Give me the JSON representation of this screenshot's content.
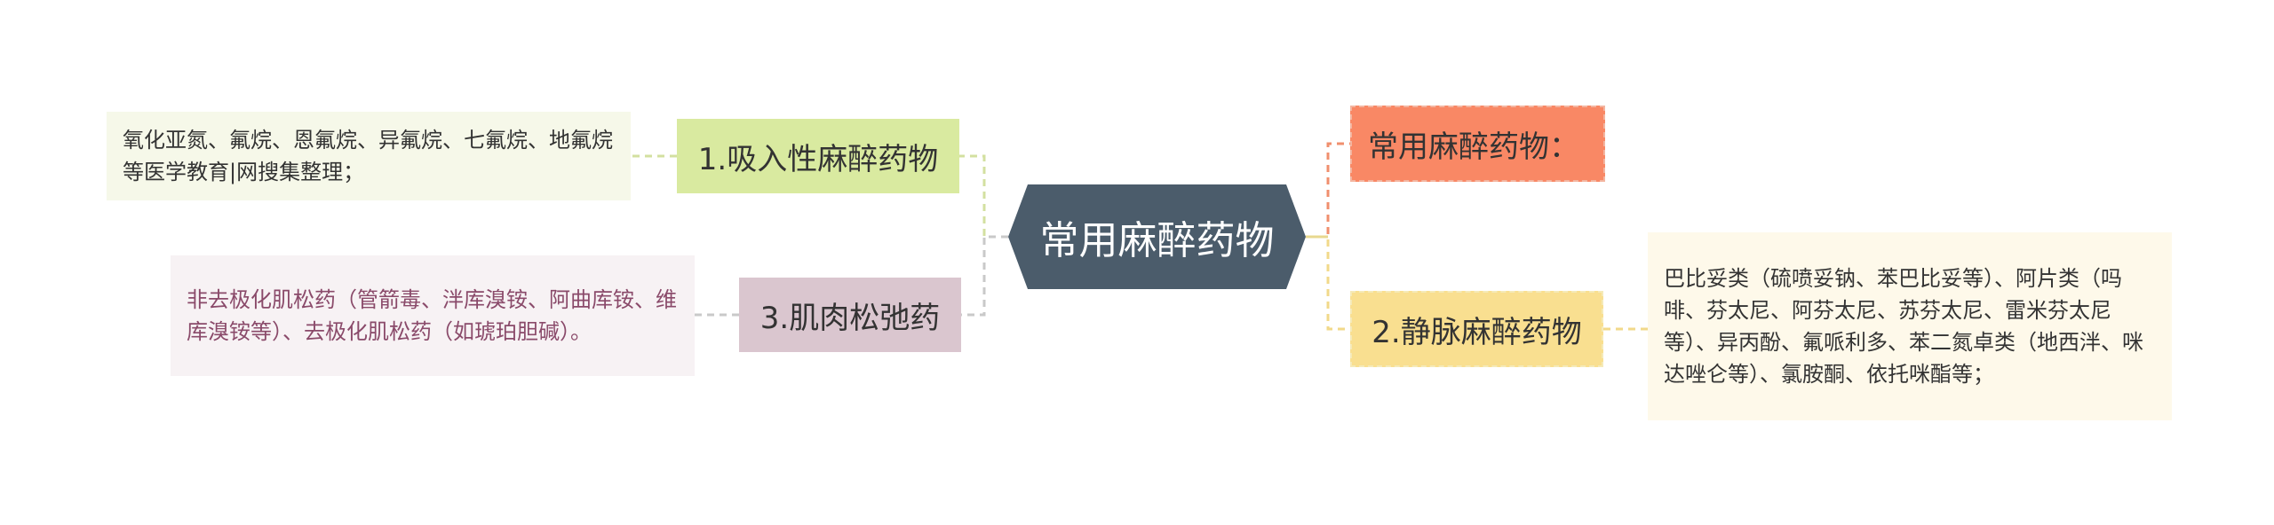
{
  "center": {
    "label": "常用麻醉药物",
    "fill": "#4b5c6b"
  },
  "branches": {
    "inhalation": {
      "label": "1.吸入性麻醉药物",
      "detail": "氧化亚氮、氟烷、恩氟烷、异氟烷、七氟烷、地氟烷等医学教育|网搜集整理；"
    },
    "muscle": {
      "label": "3.肌肉松弛药",
      "detail": "非去极化肌松药（管箭毒、泮库溴铵、阿曲库铵、维库溴铵等）、去极化肌松药（如琥珀胆碱）。"
    },
    "common": {
      "label": "常用麻醉药物："
    },
    "intravenous": {
      "label": "2.静脉麻醉药物",
      "detail": "巴比妥类（硫喷妥钠、苯巴比妥等）、阿片类（吗啡、芬太尼、阿芬太尼、苏芬太尼、雷米芬太尼等）、异丙酚、氟哌利多、苯二氮卓类（地西泮、咪达唑仑等）、氯胺酮、依托咪酯等；"
    }
  },
  "colors": {
    "inhalation": "#d9eaa0",
    "muscle": "#dac6cf",
    "common": "#f98865",
    "intravenous": "#f9df90"
  }
}
